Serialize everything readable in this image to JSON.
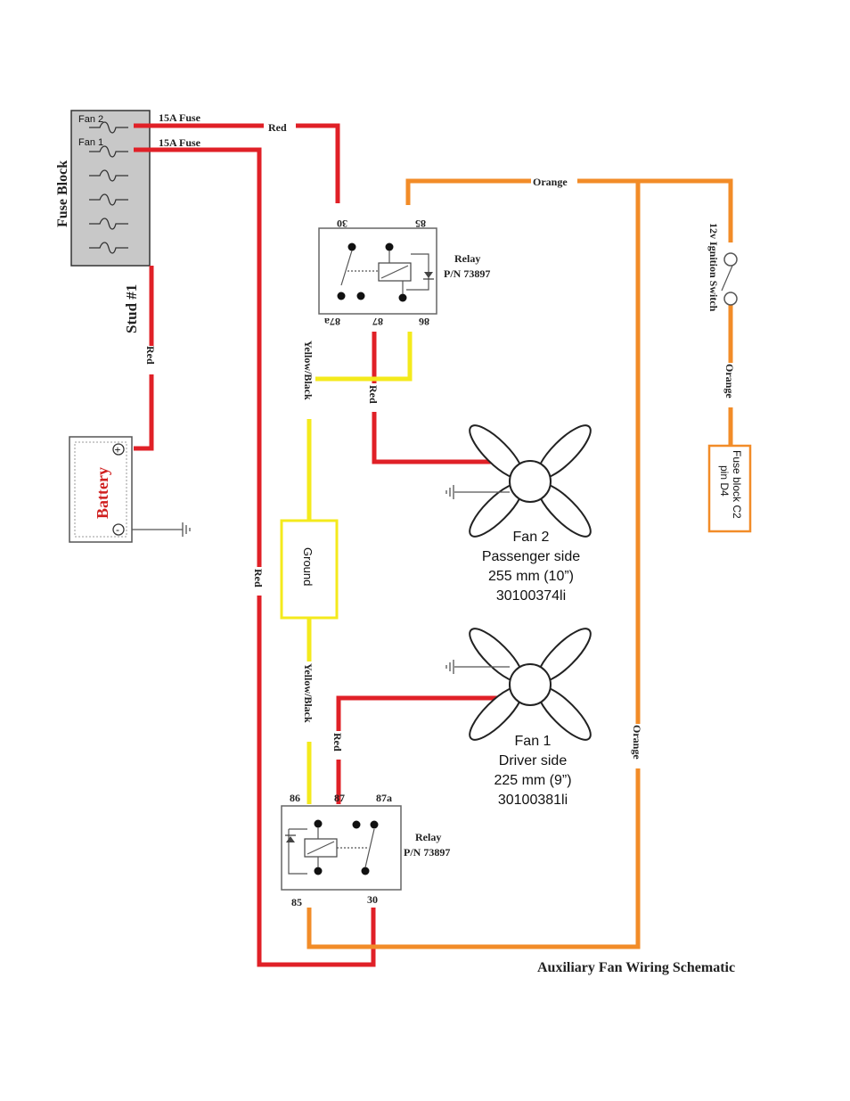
{
  "fuse_block": {
    "title": "Fuse Block",
    "fan2_label": "Fan 2",
    "fan1_label": "Fan 1",
    "fuse2_rating": "15A Fuse",
    "fuse1_rating": "15A Fuse"
  },
  "stud_label": "Stud #1",
  "battery": {
    "label": "Battery",
    "positive": "+",
    "negative": "-"
  },
  "wires": {
    "red": "Red",
    "orange": "Orange",
    "yellow_black": "Yellow/Black"
  },
  "relay_top": {
    "label": "Relay",
    "part_number": "P/N 73897",
    "pin_30": "30",
    "pin_85": "85",
    "pin_87a": "87a",
    "pin_87": "87",
    "pin_86": "86"
  },
  "relay_bottom": {
    "label": "Relay",
    "part_number": "P/N 73897",
    "pin_86": "86",
    "pin_87": "87",
    "pin_87a": "87a",
    "pin_85": "85",
    "pin_30": "30"
  },
  "ignition_switch": "12v Ignition Switch",
  "fuse_block_c2": {
    "line1": "Fuse block C2",
    "line2": "pin D4"
  },
  "ground_box": "Ground",
  "fan2": {
    "line1": "Fan 2",
    "line2": "Passenger side",
    "line3": "255 mm (10”)",
    "line4": "30100374li"
  },
  "fan1": {
    "line1": "Fan 1",
    "line2": "Driver side",
    "line3": "225 mm (9”)",
    "line4": "30100381li"
  },
  "title": "Auxiliary Fan Wiring Schematic",
  "colors": {
    "red_wire": "#e02027",
    "orange_wire": "#f28c28",
    "yellow_wire": "#f4ea1c",
    "fuse_block_fill": "#c8c8c8"
  }
}
